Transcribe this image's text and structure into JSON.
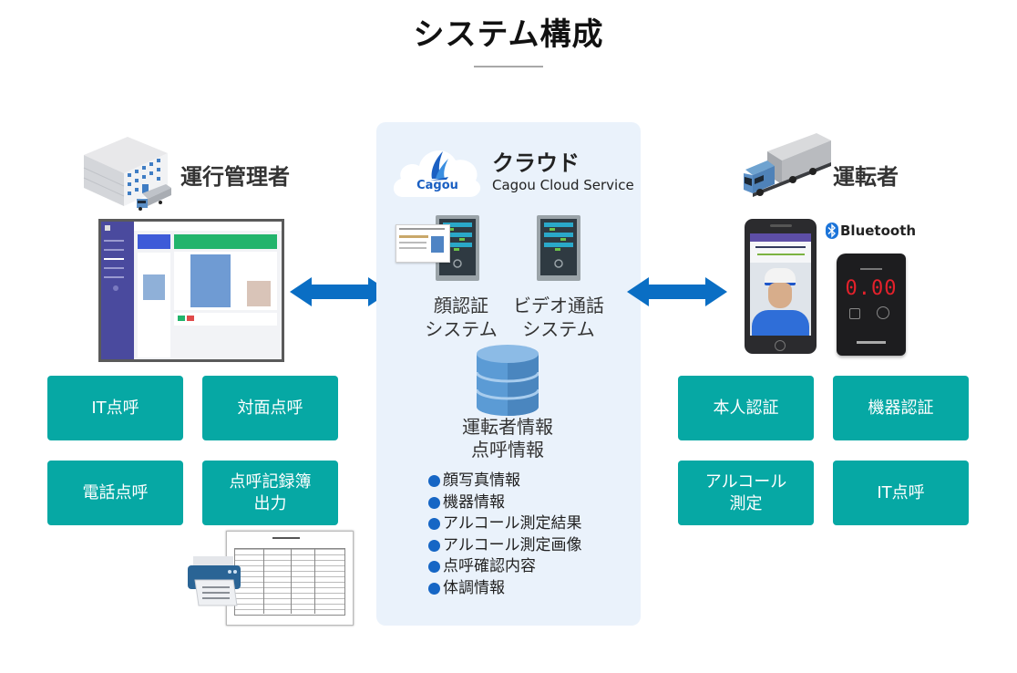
{
  "page": {
    "title": "システム構成"
  },
  "manager": {
    "label": "運行管理者",
    "icon": "office-building-with-truck-icon",
    "screen_image": "management-dashboard-screenshot",
    "features": [
      {
        "label": "IT点呼"
      },
      {
        "label": "対面点呼"
      },
      {
        "label": "電話点呼"
      },
      {
        "label": "点呼記録簿\n出力"
      }
    ],
    "output_image": "printer-with-record-sheet-icon"
  },
  "cloud": {
    "title": "クラウド",
    "subtitle": "Cagou Cloud Service",
    "logo_text": "Cagou",
    "logo_icon": "cagou-cloud-logo-icon",
    "systems": [
      {
        "label_line1": "顔認証",
        "label_line2": "システム",
        "icon": "server-with-license-card-icon"
      },
      {
        "label_line1": "ビデオ通話",
        "label_line2": "システム",
        "icon": "server-icon"
      }
    ],
    "database": {
      "icon": "database-icon",
      "label_line1": "運転者情報",
      "label_line2": "点呼情報"
    },
    "stored_items": [
      "顔写真情報",
      "機器情報",
      "アルコール測定結果",
      "アルコール測定画像",
      "点呼確認内容",
      "体調情報"
    ]
  },
  "driver": {
    "label": "運転者",
    "icon": "truck-icon",
    "bluetooth_label": "Bluetooth",
    "device_reading": "0.00",
    "device_images": [
      "smartphone-face-auth-icon",
      "alcohol-checker-device-icon"
    ],
    "features": [
      {
        "label": "本人認証"
      },
      {
        "label": "機器認証"
      },
      {
        "label": "アルコール\n測定"
      },
      {
        "label": "IT点呼"
      }
    ]
  },
  "colors": {
    "tile": "#06a8a4",
    "arrow": "#0a6ec4",
    "panel": "#eaf2fb",
    "bullet": "#1666c5"
  }
}
